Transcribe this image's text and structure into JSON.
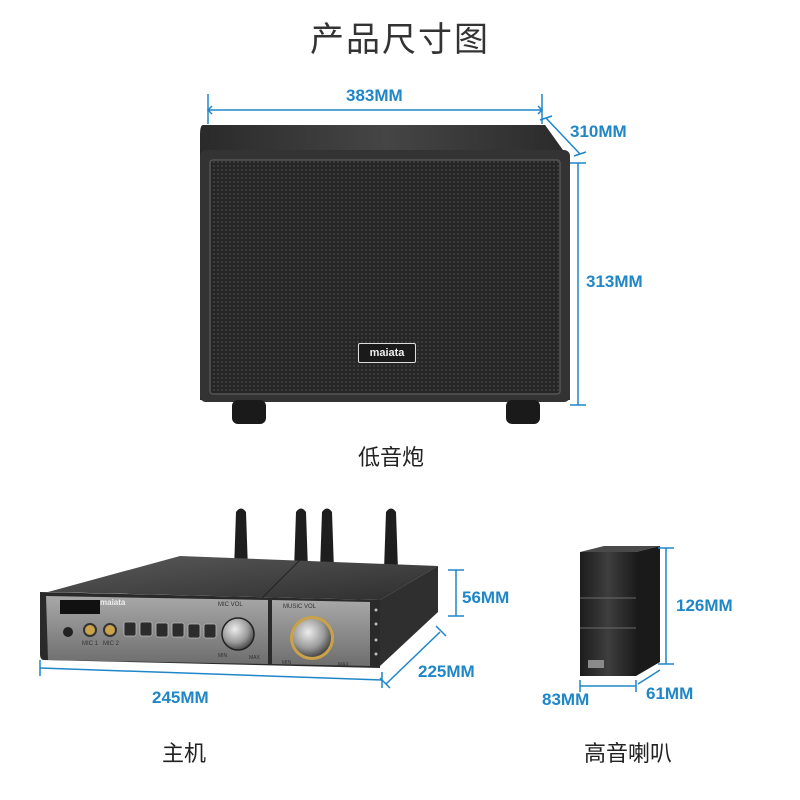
{
  "title": "产品尺寸图",
  "subwoofer": {
    "brand": "maiata",
    "width": "383MM",
    "depth": "310MM",
    "height": "313MM",
    "caption": "低音炮"
  },
  "main_unit": {
    "brand": "maiata",
    "height": "56MM",
    "depth": "225MM",
    "width": "245MM",
    "caption": "主机",
    "panel_labels": {
      "mic_vol": "MIC VOL",
      "music_vol": "MUSIC VOL",
      "mic1": "MIC 1",
      "mic2": "MIC 2",
      "min": "MIN",
      "max": "MAX",
      "knob_min": "MIN",
      "knob_max": "MAX"
    }
  },
  "tweeter": {
    "height": "126MM",
    "width": "83MM",
    "depth": "61MM",
    "caption": "高音喇叭"
  },
  "colors": {
    "dimension": "#1f86c8",
    "grille": "#2b2b2b",
    "body": "#3a3a3a",
    "panel": "#8a8a8a"
  }
}
